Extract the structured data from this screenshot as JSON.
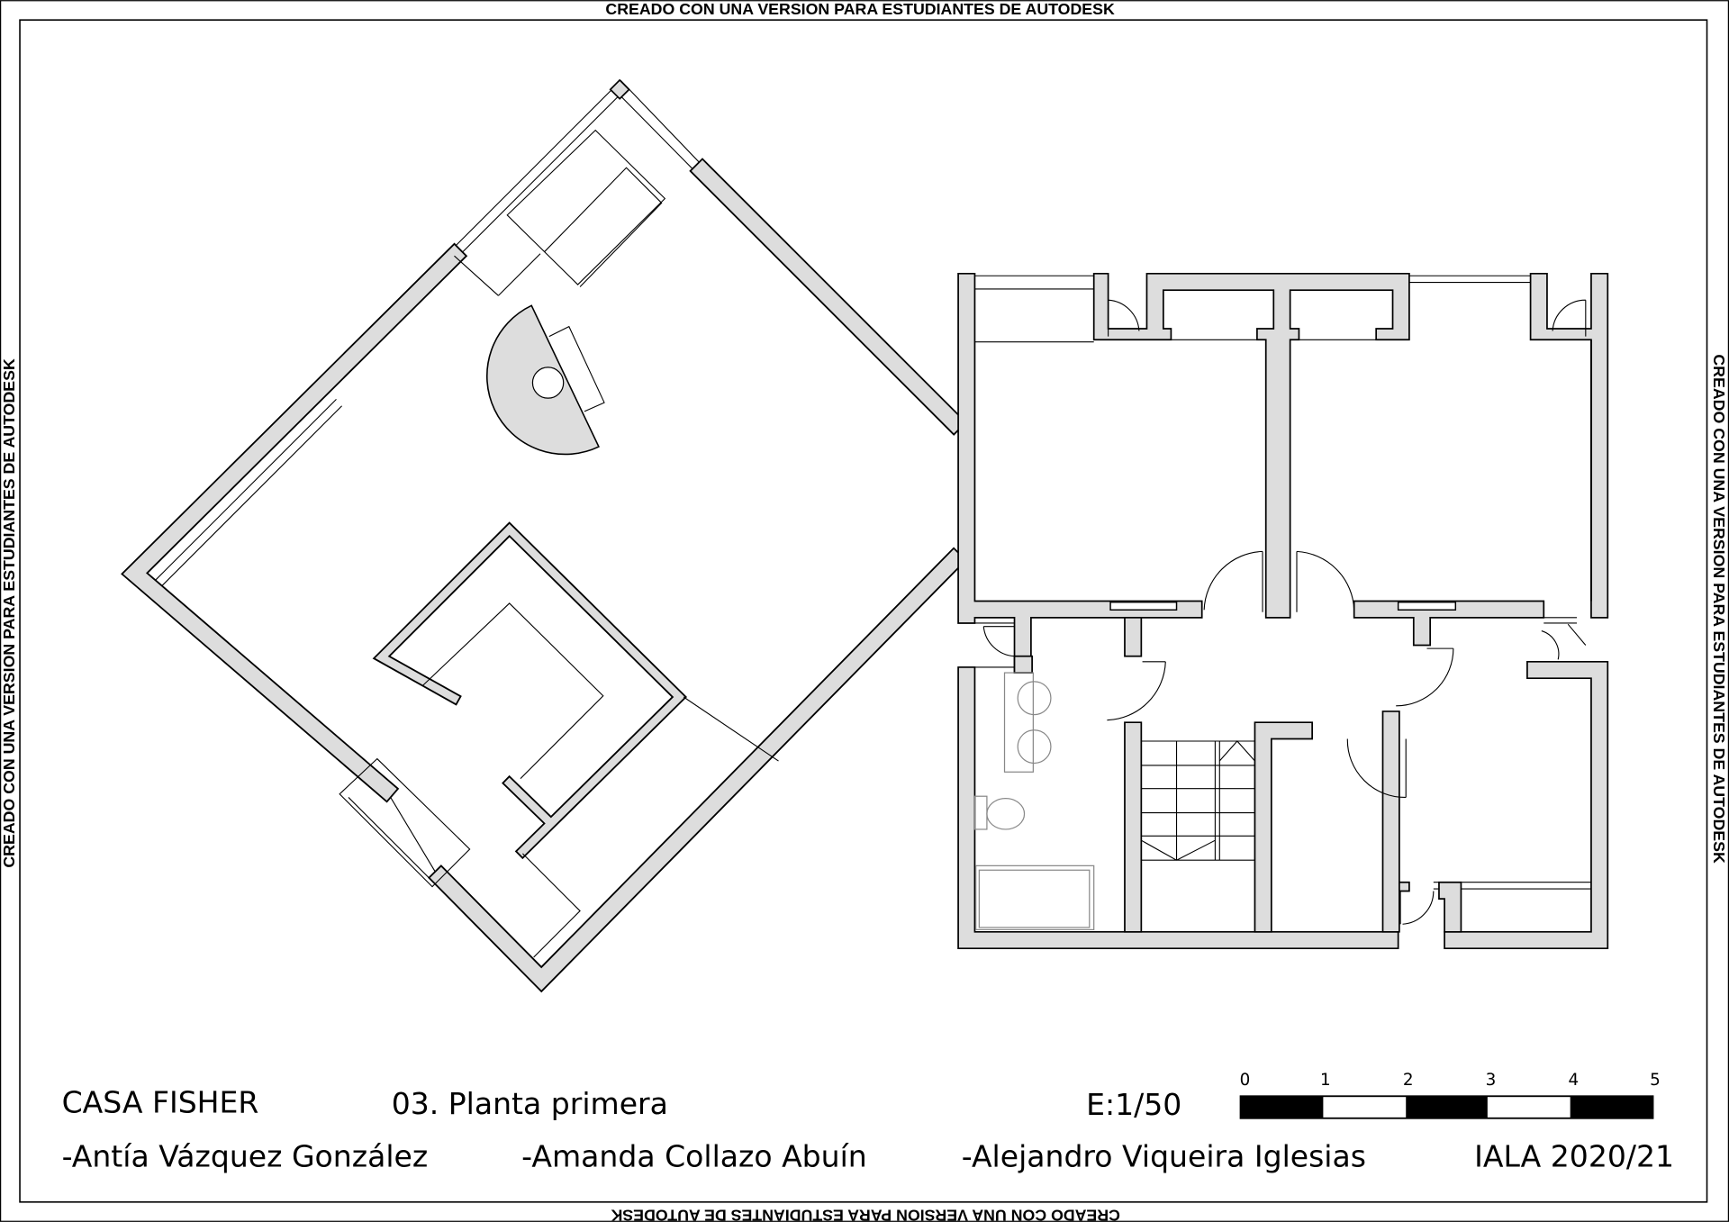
{
  "watermark": "CREADO CON UNA VERSION PARA ESTUDIANTES DE AUTODESK",
  "title_block": {
    "project": "CASA FISHER",
    "sheet": "03. Planta primera",
    "scale": "E:1/50",
    "authors": [
      "-Antía Vázquez González",
      "-Amanda Collazo Abuín",
      "-Alejandro Viqueira Iglesias"
    ],
    "course": "IALA 2020/21"
  },
  "scale_bar": {
    "ticks": [
      "0",
      "1",
      "2",
      "3",
      "4",
      "5"
    ],
    "unit_segments": 5
  },
  "colors": {
    "wall_fill": "#dddddd",
    "line": "#000000"
  }
}
